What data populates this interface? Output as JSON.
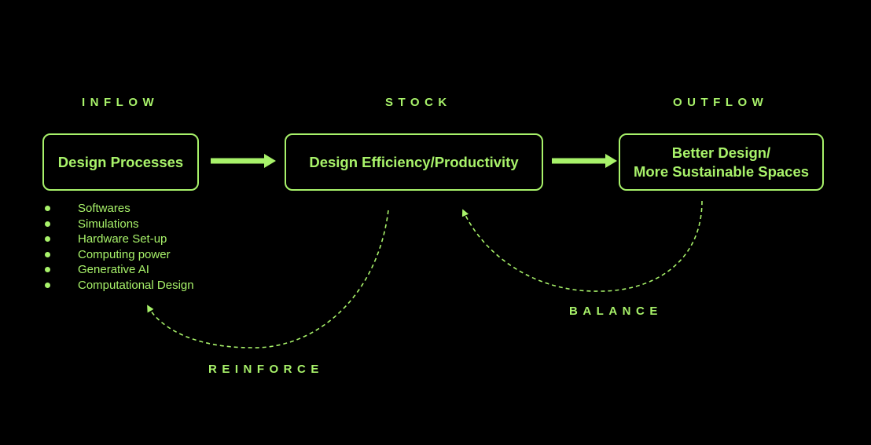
{
  "colors": {
    "background": "#000000",
    "accent": "#a8f26a"
  },
  "headers": {
    "inflow": "INFLOW",
    "stock": "STOCK",
    "outflow": "OUTFLOW"
  },
  "boxes": {
    "inflow": "Design Processes",
    "stock": "Design Efficiency/Productivity",
    "outflow": "Better Design/\nMore Sustainable Spaces"
  },
  "inflow_items": [
    "Softwares",
    "Simulations",
    "Hardware Set-up",
    "Computing power",
    "Generative AI",
    "Computational Design"
  ],
  "loops": {
    "reinforce": "REINFORCE",
    "balance": "BALANCE"
  }
}
